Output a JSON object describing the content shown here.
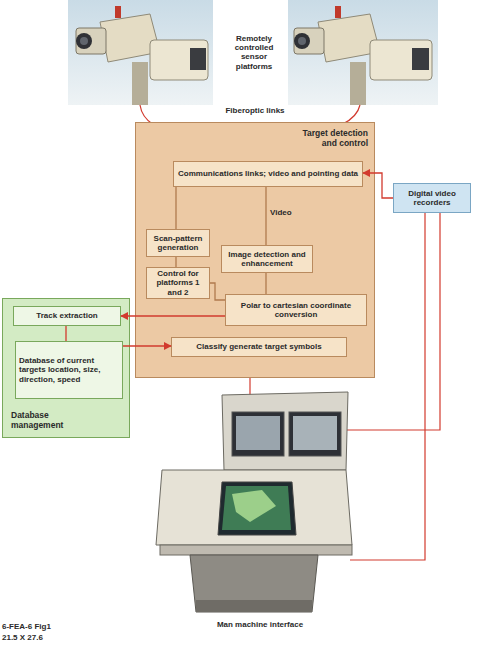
{
  "diagram": {
    "nodes": [
      {
        "text": [
          "Target detection and control"
        ]
      },
      {
        "text": [
          "Communications links; video and pointing data"
        ],
        "in": 0
      },
      {
        "text": [
          "Scan-pattern generation"
        ],
        "in": 0
      },
      {
        "text": [
          "Control for platforms 1 and 2"
        ],
        "in": 0
      },
      {
        "text": [
          "Image detection and enhancement"
        ],
        "in": 0
      },
      {
        "text": [
          "Polar to cartesian coordinate conversion"
        ],
        "in": 0
      },
      {
        "text": [
          "Classify generate target symbols"
        ],
        "in": 0
      },
      {
        "text": [
          "Digital video recorders"
        ]
      },
      {
        "text": [
          "Database management"
        ]
      },
      {
        "text": [
          "Track extraction"
        ],
        "in": 8
      },
      {
        "text": [
          "Database of current targets location, size, direction, speed"
        ],
        "in": 8
      }
    ],
    "edges": [
      {
        "from": 1,
        "to": 2,
        "arrow": "none"
      },
      {
        "from": 2,
        "to": 3,
        "arrow": "none"
      },
      {
        "from": 1,
        "to": 4,
        "label": "Video",
        "arrow": "none"
      },
      {
        "from": 4,
        "to": 5,
        "arrow": "none"
      },
      {
        "from": 5,
        "to": 3,
        "arrow": "none"
      },
      {
        "from": 7,
        "to": 1,
        "arrow": "to"
      },
      {
        "from": 5,
        "to": 9,
        "arrow": "to"
      },
      {
        "from": 9,
        "to": 10,
        "arrow": "none"
      },
      {
        "from": 10,
        "to": 6,
        "arrow": "to"
      }
    ],
    "labels": [
      "Remotely controlled sensor platforms",
      "Fiberoptic links",
      "Man machine interface",
      "6-FEA-6 Fig1",
      "21.5 X 27.6"
    ]
  }
}
